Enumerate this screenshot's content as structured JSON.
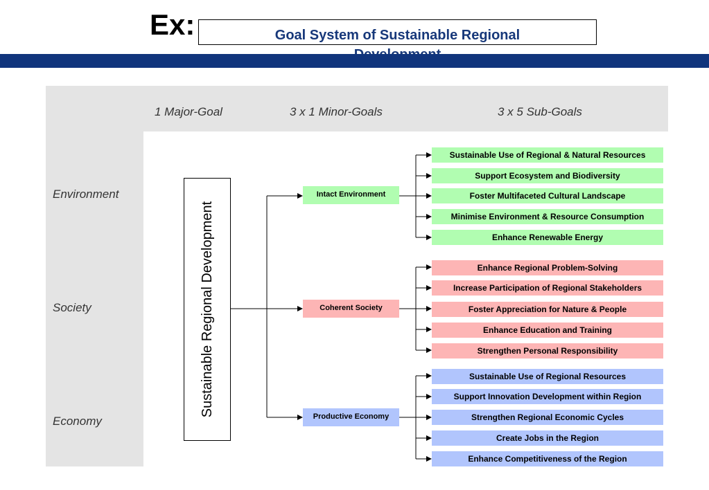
{
  "header": {
    "ex_label": "Ex:",
    "title": "Goal System of Sustainable Regional Development"
  },
  "columns": {
    "major": "1 Major-Goal",
    "minor": "3 x 1  Minor-Goals",
    "sub": "3 x 5 Sub-Goals"
  },
  "dimensions": [
    "Environment",
    "Society",
    "Economy"
  ],
  "major_goal": "Sustainable Regional Development",
  "colors": {
    "green": "#b1fdb1",
    "red": "#fdb5b5",
    "blue": "#b1c5fd",
    "title_blue": "#17387a",
    "bar_blue": "#10347c"
  },
  "groups": [
    {
      "minor": "Intact Environment",
      "subs": [
        "Sustainable Use of Regional & Natural Resources",
        "Support Ecosystem and Biodiversity",
        "Foster Multifaceted Cultural Landscape",
        "Minimise Environment & Resource Consumption",
        "Enhance Renewable Energy"
      ]
    },
    {
      "minor": "Coherent Society",
      "subs": [
        "Enhance Regional Problem-Solving",
        "Increase Participation of Regional Stakeholders",
        "Foster Appreciation for Nature & People",
        "Enhance Education and Training",
        "Strengthen Personal Responsibility"
      ]
    },
    {
      "minor": "Productive Economy",
      "subs": [
        "Sustainable Use of Regional Resources",
        "Support Innovation Development within Region",
        "Strengthen Regional Economic Cycles",
        "Create Jobs in the Region",
        "Enhance Competitiveness of the Region"
      ]
    }
  ]
}
